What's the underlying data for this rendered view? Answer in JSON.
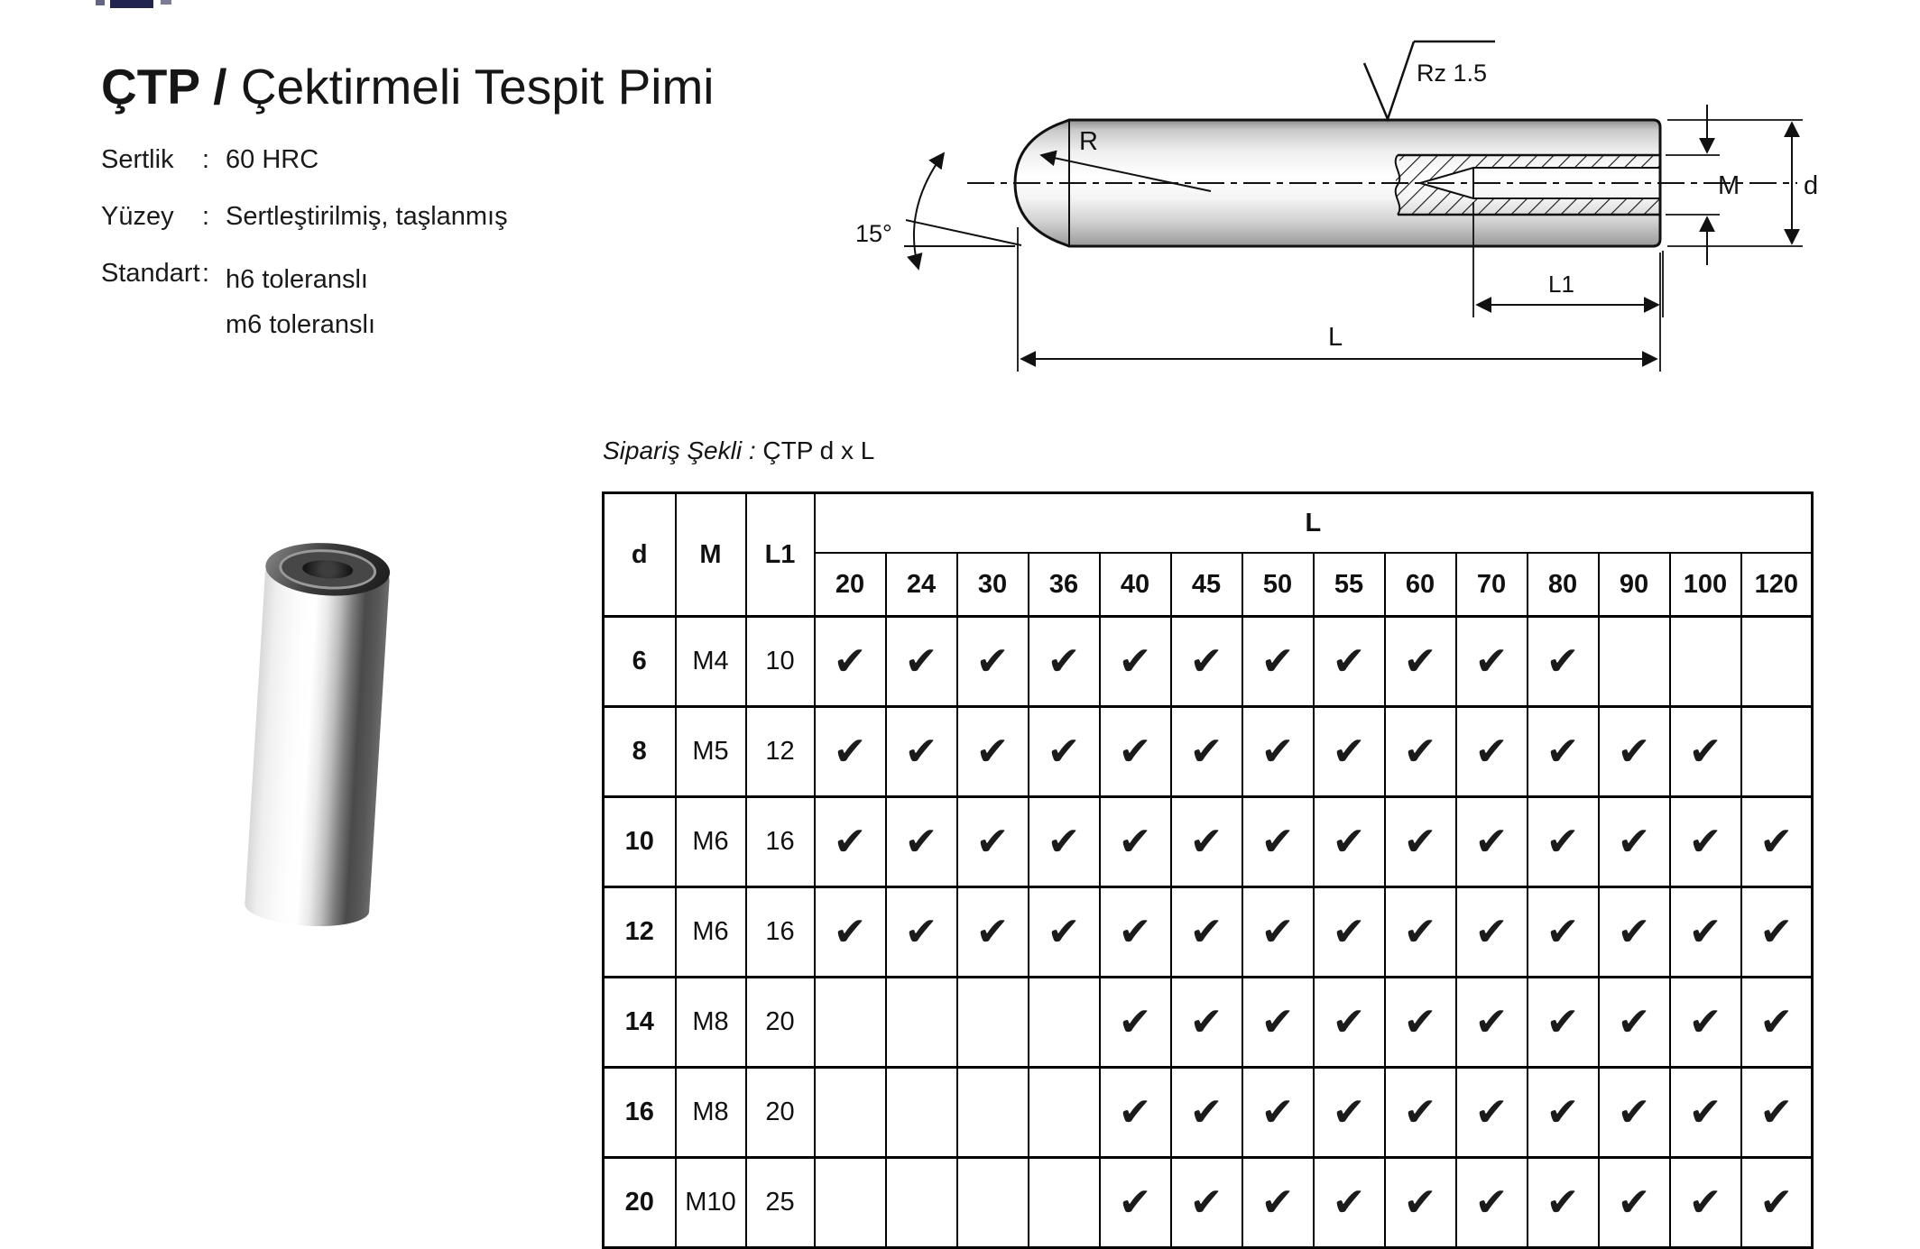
{
  "title": {
    "code": "ÇTP /",
    "name": "Çektirmeli Tespit Pimi"
  },
  "colon": ":",
  "specs": {
    "hardness": {
      "label": "Sertlik",
      "value": "60 HRC"
    },
    "surface": {
      "label": "Yüzey",
      "value": "Sertleştirilmiş, taşlanmış"
    },
    "standard": {
      "label": "Standart",
      "value1": "h6 toleranslı",
      "value2": "m6 toleranslı"
    }
  },
  "order": {
    "label": "Sipariş Şekli :",
    "value": "ÇTP d x L"
  },
  "drawing": {
    "surface_finish": "Rz 1.5",
    "radius_label": "R",
    "angle_label": "15°",
    "thread_label": "M",
    "diameter_label": "d",
    "thread_depth_label": "L1",
    "length_label": "L"
  },
  "table": {
    "col_d": "d",
    "col_m": "M",
    "col_l1": "L1",
    "col_l": "L",
    "l_sizes": [
      "20",
      "24",
      "30",
      "36",
      "40",
      "45",
      "50",
      "55",
      "60",
      "70",
      "80",
      "90",
      "100",
      "120"
    ],
    "check_glyph": "✔",
    "rows": [
      {
        "d": "6",
        "m": "M4",
        "l1": "10",
        "checks": [
          1,
          1,
          1,
          1,
          1,
          1,
          1,
          1,
          1,
          1,
          1,
          0,
          0,
          0
        ]
      },
      {
        "d": "8",
        "m": "M5",
        "l1": "12",
        "checks": [
          1,
          1,
          1,
          1,
          1,
          1,
          1,
          1,
          1,
          1,
          1,
          1,
          1,
          0
        ]
      },
      {
        "d": "10",
        "m": "M6",
        "l1": "16",
        "checks": [
          1,
          1,
          1,
          1,
          1,
          1,
          1,
          1,
          1,
          1,
          1,
          1,
          1,
          1
        ]
      },
      {
        "d": "12",
        "m": "M6",
        "l1": "16",
        "checks": [
          1,
          1,
          1,
          1,
          1,
          1,
          1,
          1,
          1,
          1,
          1,
          1,
          1,
          1
        ]
      },
      {
        "d": "14",
        "m": "M8",
        "l1": "20",
        "checks": [
          0,
          0,
          0,
          0,
          1,
          1,
          1,
          1,
          1,
          1,
          1,
          1,
          1,
          1
        ]
      },
      {
        "d": "16",
        "m": "M8",
        "l1": "20",
        "checks": [
          0,
          0,
          0,
          0,
          1,
          1,
          1,
          1,
          1,
          1,
          1,
          1,
          1,
          1
        ]
      },
      {
        "d": "20",
        "m": "M10",
        "l1": "25",
        "checks": [
          0,
          0,
          0,
          0,
          1,
          1,
          1,
          1,
          1,
          1,
          1,
          1,
          1,
          1
        ]
      }
    ]
  },
  "colors": {
    "ink": "#111111",
    "paper": "#ffffff",
    "logo_navy": "#23234f"
  }
}
